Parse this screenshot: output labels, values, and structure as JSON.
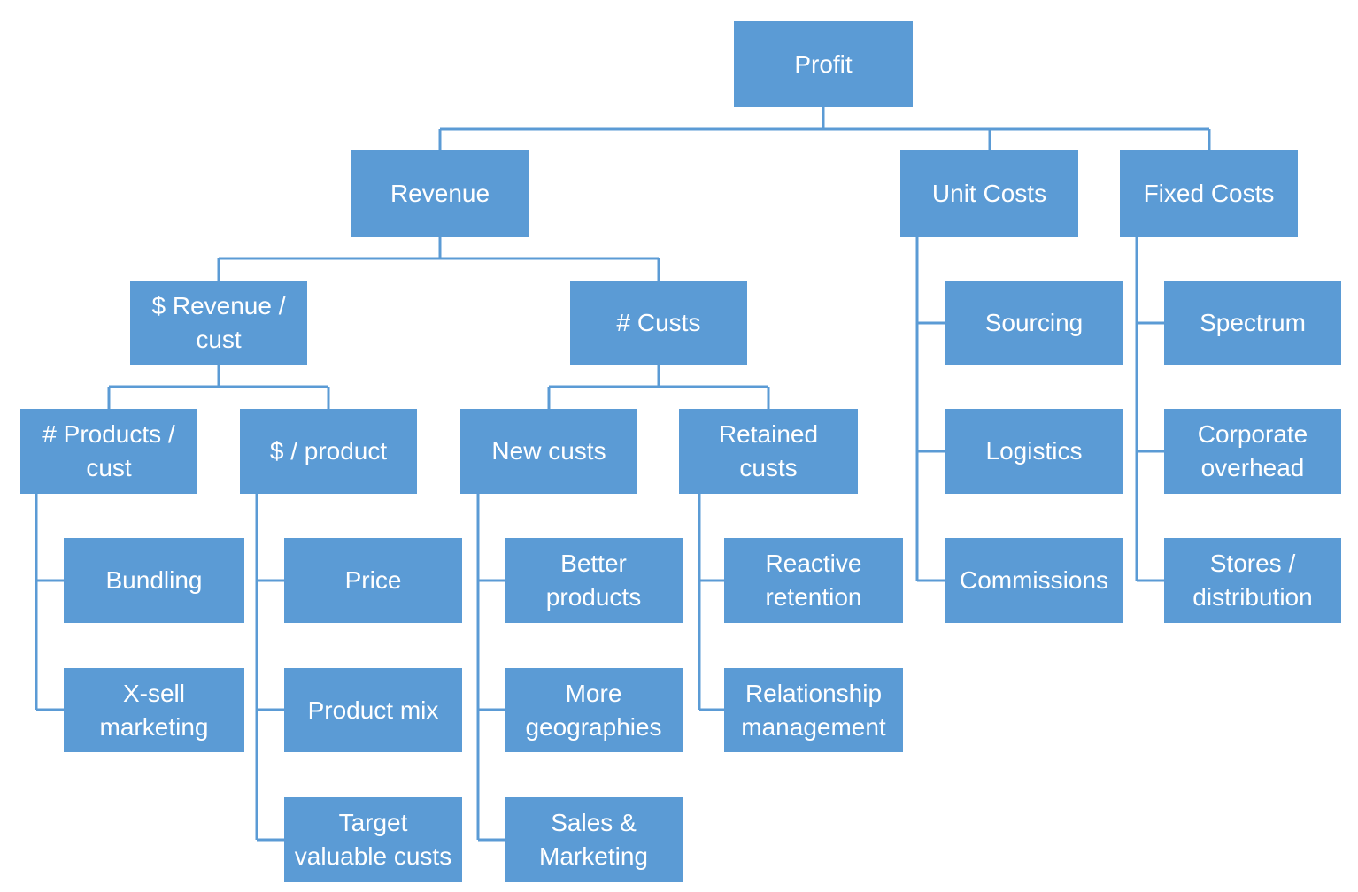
{
  "diagram": {
    "type": "tree",
    "root": "profit",
    "accent_color": "#5B9BD5",
    "text_color": "#FFFFFF",
    "nodes": {
      "profit": {
        "label": "Profit"
      },
      "revenue": {
        "label": "Revenue"
      },
      "unit_costs": {
        "label": "Unit Costs"
      },
      "fixed_costs": {
        "label": "Fixed Costs"
      },
      "revenue_per_cust": {
        "label": "$ Revenue /\ncust"
      },
      "num_custs": {
        "label": "# Custs"
      },
      "sourcing": {
        "label": "Sourcing"
      },
      "spectrum": {
        "label": "Spectrum"
      },
      "products_per_cust": {
        "label": "# Products /\ncust"
      },
      "dollar_per_product": {
        "label": "$ / product"
      },
      "new_custs": {
        "label": "New custs"
      },
      "retained_custs": {
        "label": "Retained\ncusts"
      },
      "logistics": {
        "label": "Logistics"
      },
      "corporate_overhead": {
        "label": "Corporate\noverhead"
      },
      "bundling": {
        "label": "Bundling"
      },
      "price": {
        "label": "Price"
      },
      "better_products": {
        "label": "Better\nproducts"
      },
      "reactive_retention": {
        "label": "Reactive\nretention"
      },
      "commissions": {
        "label": "Commissions"
      },
      "stores_distribution": {
        "label": "Stores /\ndistribution"
      },
      "xsell_marketing": {
        "label": "X-sell\nmarketing"
      },
      "product_mix": {
        "label": "Product mix"
      },
      "more_geographies": {
        "label": "More\ngeographies"
      },
      "relationship_management": {
        "label": "Relationship\nmanagement"
      },
      "target_valuable_custs": {
        "label": "Target\nvaluable custs"
      },
      "sales_marketing": {
        "label": "Sales &\nMarketing"
      }
    },
    "edges": [
      [
        "profit",
        "revenue"
      ],
      [
        "profit",
        "unit_costs"
      ],
      [
        "profit",
        "fixed_costs"
      ],
      [
        "revenue",
        "revenue_per_cust"
      ],
      [
        "revenue",
        "num_custs"
      ],
      [
        "revenue_per_cust",
        "products_per_cust"
      ],
      [
        "revenue_per_cust",
        "dollar_per_product"
      ],
      [
        "num_custs",
        "new_custs"
      ],
      [
        "num_custs",
        "retained_custs"
      ],
      [
        "products_per_cust",
        "bundling"
      ],
      [
        "products_per_cust",
        "xsell_marketing"
      ],
      [
        "dollar_per_product",
        "price"
      ],
      [
        "dollar_per_product",
        "product_mix"
      ],
      [
        "dollar_per_product",
        "target_valuable_custs"
      ],
      [
        "new_custs",
        "better_products"
      ],
      [
        "new_custs",
        "more_geographies"
      ],
      [
        "new_custs",
        "sales_marketing"
      ],
      [
        "retained_custs",
        "reactive_retention"
      ],
      [
        "retained_custs",
        "relationship_management"
      ],
      [
        "unit_costs",
        "sourcing"
      ],
      [
        "unit_costs",
        "logistics"
      ],
      [
        "unit_costs",
        "commissions"
      ],
      [
        "fixed_costs",
        "spectrum"
      ],
      [
        "fixed_costs",
        "corporate_overhead"
      ],
      [
        "fixed_costs",
        "stores_distribution"
      ]
    ]
  }
}
